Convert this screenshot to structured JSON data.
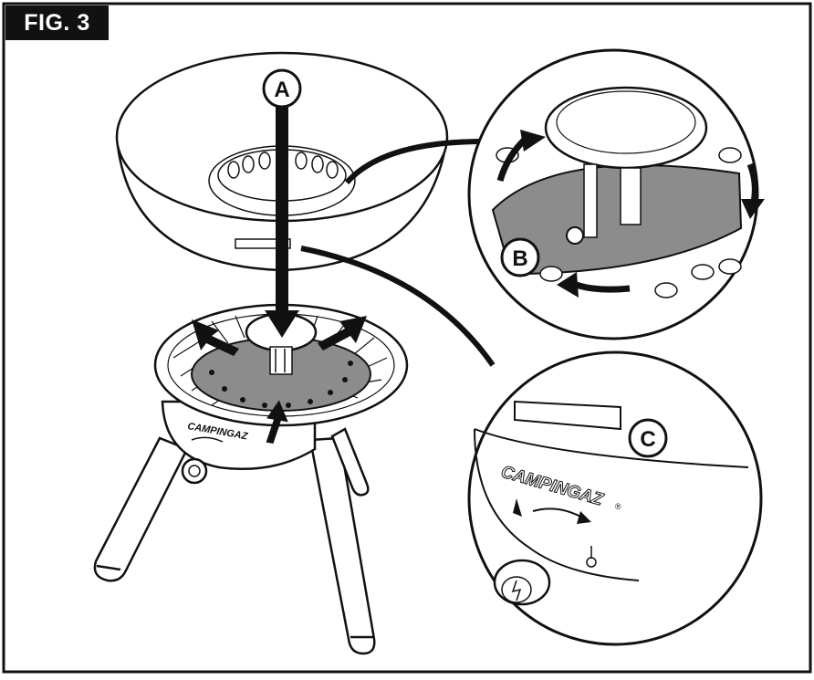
{
  "figure": {
    "label": "FIG. 3"
  },
  "callouts": {
    "a": "A",
    "b": "B",
    "c": "C"
  },
  "brand": {
    "logo_text": "CAMPINGAZ",
    "registered": "®"
  },
  "icons": {
    "ignition": "ignition-bolt-icon",
    "flame_low": "flame-icon",
    "rotate_arrow": "curved-arrow-icon"
  },
  "colors": {
    "ink": "#111111",
    "plate_gray": "#8c8c8c",
    "paper": "#ffffff"
  }
}
